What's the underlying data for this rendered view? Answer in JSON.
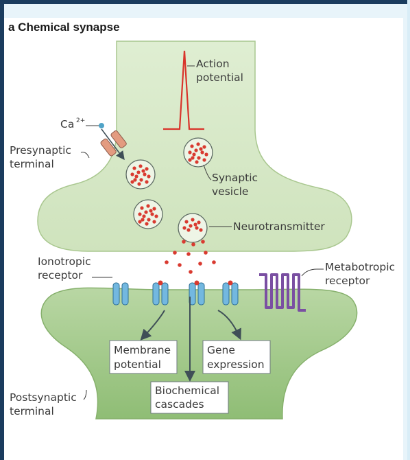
{
  "title": "a  Chemical synapse",
  "labels": {
    "action_potential": [
      "Action",
      "potential"
    ],
    "calcium": "Ca",
    "calcium_charge": "2+",
    "presynaptic_terminal": [
      "Presynaptic",
      "terminal"
    ],
    "synaptic_vesicle": [
      "Synaptic",
      "vesicle"
    ],
    "neurotransmitter": "Neurotransmitter",
    "ionotropic_receptor": [
      "Ionotropic",
      "receptor"
    ],
    "metabotropic_receptor": [
      "Metabotropic",
      "receptor"
    ],
    "membrane_potential": [
      "Membrane",
      "potential"
    ],
    "gene_expression": [
      "Gene",
      "expression"
    ],
    "biochemical_cascades": [
      "Biochemical",
      "cascades"
    ],
    "postsynaptic_terminal": [
      "Postsynaptic",
      "terminal"
    ]
  },
  "colors": {
    "cell_fill": "#d6e7c6",
    "cell_stroke": "#9cbf82",
    "post_fill": "#9fc688",
    "spike": "#d9342b",
    "neurotransmitter": "#d93a30",
    "receptor": "#73b8e0",
    "metabotropic": "#7a4fa2",
    "channel": "#e0947a",
    "label_text": "#3a3a3a"
  }
}
